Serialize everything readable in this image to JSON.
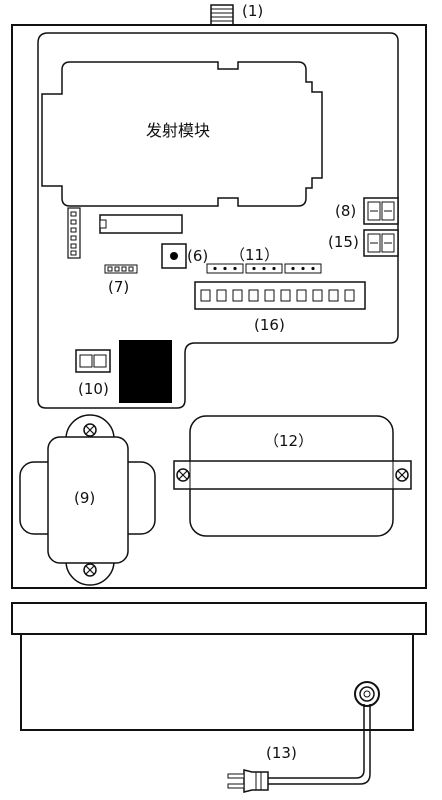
{
  "title": "",
  "module_text": "发射模块",
  "labels": {
    "l1": "(1)",
    "l6": "(6)",
    "l7": "(7)",
    "l8": "(8)",
    "l9": "(9)",
    "l10": "(10)",
    "l11": "（11）",
    "l12": "（12）",
    "l13": "(13)",
    "l15": "(15)",
    "l16": "(16)"
  },
  "colors": {
    "stroke": "#111111",
    "fill_dark": "#000000",
    "background": "#ffffff"
  },
  "icons": {
    "screw": "screw-cross-icon",
    "plug": "power-plug-icon"
  }
}
